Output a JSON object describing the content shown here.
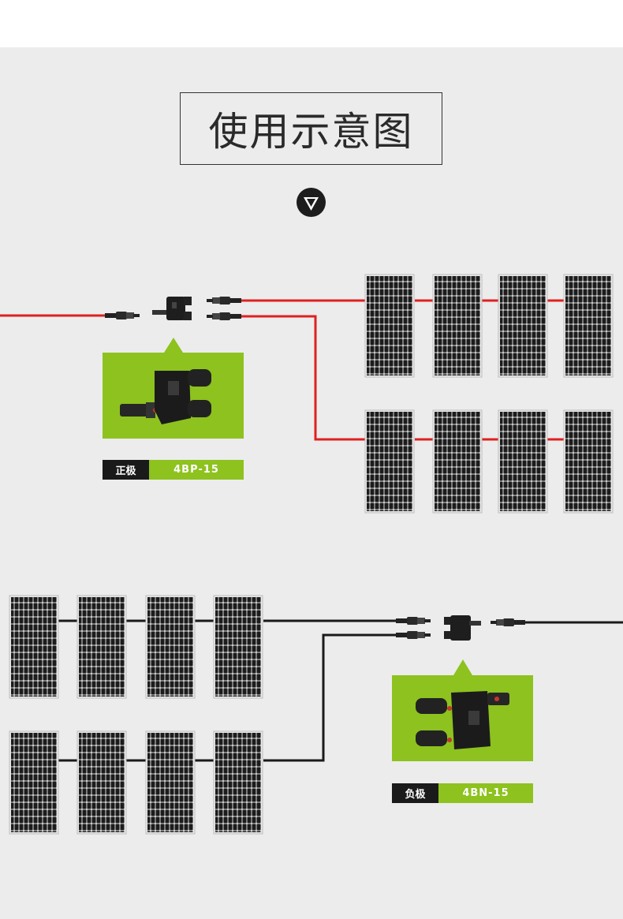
{
  "title": "使用示意图",
  "icons": {
    "down": "chevron-down-circle-icon"
  },
  "positive": {
    "label": "正极",
    "model": "4BP-15",
    "wire_color": "#e02020"
  },
  "negative": {
    "label": "负极",
    "model": "4BN-15",
    "wire_color": "#1a1a1a"
  },
  "colors": {
    "accent": "#8dc21f",
    "panel": "#ececec"
  }
}
